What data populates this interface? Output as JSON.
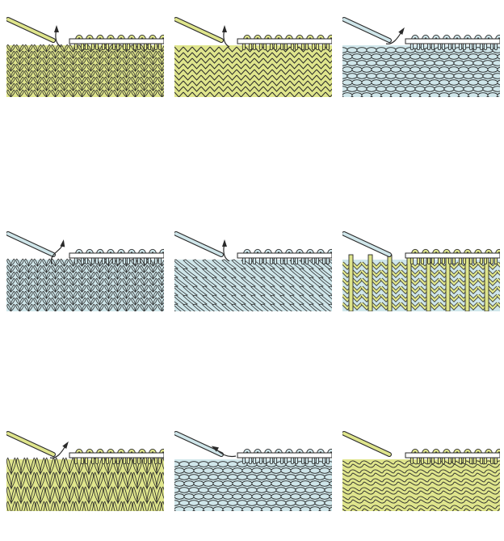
{
  "colors": {
    "yellow": "#dfe58c",
    "blue": "#cfe6ea",
    "outline": "#2a2a2a",
    "background": "#ffffff"
  },
  "panels": [
    {
      "id": "p1",
      "color": "yellow",
      "texture": "stockinette-v",
      "arrow": "up-left"
    },
    {
      "id": "p2",
      "color": "yellow",
      "texture": "herringbone",
      "arrow": "up-left"
    },
    {
      "id": "p3",
      "color": "blue",
      "texture": "garter-bumps",
      "arrow": "up-right"
    },
    {
      "id": "p4",
      "color": "blue",
      "texture": "stockinette-v",
      "arrow": "loop-up-right"
    },
    {
      "id": "p5",
      "color": "blue",
      "texture": "diagonal",
      "arrow": "up-left"
    },
    {
      "id": "p6",
      "color": "two-color",
      "texture": "slip-stitch",
      "arrow": "none"
    },
    {
      "id": "p7",
      "color": "yellow",
      "texture": "elongated",
      "arrow": "up-right"
    },
    {
      "id": "p8",
      "color": "blue",
      "texture": "garter-bumps",
      "arrow": "left"
    },
    {
      "id": "p9",
      "color": "yellow",
      "texture": "crossed-waves",
      "arrow": "none"
    }
  ]
}
